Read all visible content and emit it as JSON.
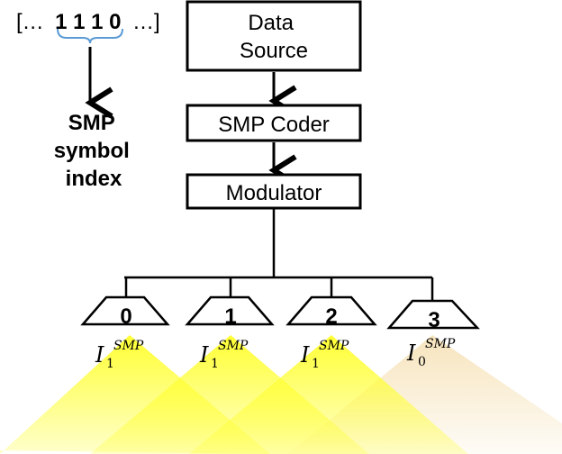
{
  "bit_sequence": {
    "open": "[…",
    "bits": "1 1 1 0",
    "close": "…]"
  },
  "smp_caption": [
    "SMP",
    "symbol",
    "index"
  ],
  "blocks": {
    "data_source": [
      "Data",
      "Source"
    ],
    "smp_coder": "SMP Coder",
    "modulator": "Modulator"
  },
  "leds": [
    {
      "index": "0",
      "intensity_symbol": "I",
      "superscript": "SMP",
      "subscript": "1",
      "state": "on"
    },
    {
      "index": "1",
      "intensity_symbol": "I",
      "superscript": "SMP",
      "subscript": "1",
      "state": "on"
    },
    {
      "index": "2",
      "intensity_symbol": "I",
      "superscript": "SMP",
      "subscript": "1",
      "state": "on"
    },
    {
      "index": "3",
      "intensity_symbol": "I",
      "superscript": "SMP",
      "subscript": "0",
      "state": "dim"
    }
  ],
  "colors": {
    "light_on": "#ffff33",
    "light_dim": "#f5dfb0",
    "brace": "#5b9bd5",
    "stroke": "#000000"
  }
}
